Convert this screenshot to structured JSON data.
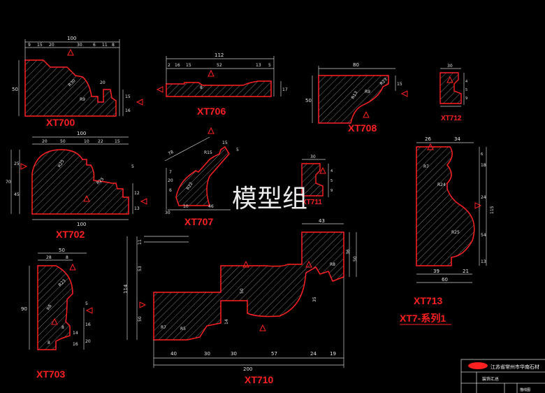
{
  "drawing": {
    "background": "#000000",
    "outline_color": "#ff2020",
    "hatch_color": "#9a9a9a",
    "dim_color": "#d9d9d9",
    "arrow_color": "#ff2020"
  },
  "watermark": "模型组",
  "series_title": "XT7-系列1",
  "title_block": {
    "company": "江苏省常州市华南石材",
    "row1": "装饰汇总",
    "row2": "描线图"
  },
  "profiles": {
    "xt700": {
      "label": "XT700",
      "dims": {
        "width": "100",
        "height": "50",
        "top": [
          "9",
          "15",
          "20",
          "30",
          "6",
          "11",
          "8"
        ],
        "r1": "R30",
        "r2": "R9",
        "side": [
          "15",
          "16"
        ],
        "mid": "20"
      }
    },
    "xt702": {
      "label": "XT702",
      "dims": {
        "width": "100",
        "height": "70",
        "top": [
          "20",
          "50",
          "10",
          "22",
          "15"
        ],
        "r1": "R25",
        "r2": "R25",
        "left": [
          "25",
          "45"
        ],
        "right": [
          "5",
          "12",
          "13"
        ]
      }
    },
    "xt703": {
      "label": "XT703",
      "dims": {
        "width": "50",
        "height": "90",
        "top": [
          "28",
          "8"
        ],
        "r": "R23",
        "mid": "R8",
        "right": [
          "5",
          "16",
          "20"
        ],
        "bottom": [
          "8",
          "14",
          "16",
          "8"
        ]
      }
    },
    "xt706": {
      "label": "XT706",
      "dims": {
        "width": "112",
        "top": [
          "2",
          "16",
          "15",
          "52",
          "13",
          "5"
        ],
        "height": "17",
        "small": "8"
      }
    },
    "xt707": {
      "label": "XT707",
      "dims": {
        "top": [
          "78",
          "15",
          "5"
        ],
        "r1": "R15",
        "r2": "R22",
        "bottom": [
          "30",
          "10",
          "46"
        ],
        "side": [
          "20",
          "6",
          "7"
        ]
      }
    },
    "xt708": {
      "label": "XT708",
      "dims": {
        "width": "80",
        "height": "50",
        "r1": "R9",
        "r2": "R13",
        "r3": "R23",
        "side": "15"
      }
    },
    "xt710": {
      "label": "XT710",
      "dims": {
        "width": "200",
        "bottom": [
          "40",
          "30",
          "30",
          "57",
          "24",
          "19"
        ],
        "top": "43",
        "left": [
          "114",
          "53",
          "50",
          "11"
        ],
        "mid": [
          "50",
          "14",
          "35"
        ],
        "r": [
          "R8",
          "R7",
          "R5"
        ],
        "right": [
          "36",
          "50"
        ]
      }
    },
    "xt711": {
      "label": "XT711",
      "dims": {
        "top": "30",
        "side": [
          "4",
          "5",
          "9"
        ]
      }
    },
    "xt712": {
      "label": "XT712",
      "dims": {
        "width": "30",
        "side": [
          "4",
          "5",
          "9"
        ]
      }
    },
    "xt713": {
      "label": "XT713",
      "dims": {
        "width": "60",
        "top": [
          "26",
          "34"
        ],
        "height": "115",
        "bottom": [
          "39",
          "21"
        ],
        "r": [
          "R7",
          "R24",
          "R25"
        ],
        "right": [
          "6",
          "18",
          "24",
          "54",
          "13"
        ]
      }
    }
  }
}
